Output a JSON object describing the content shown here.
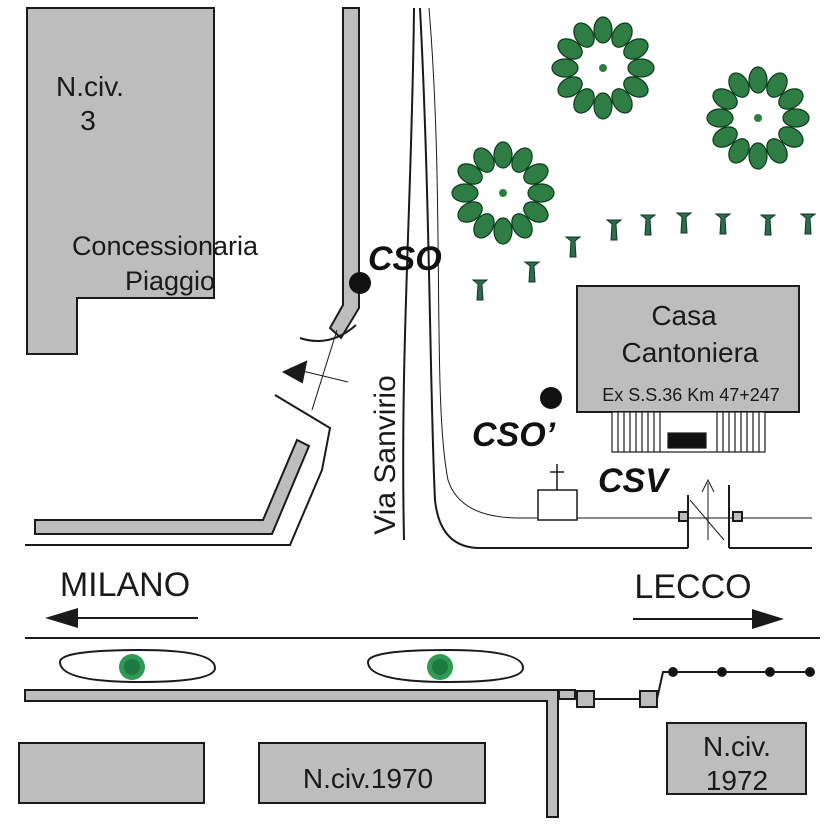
{
  "buildings": {
    "piaggio": {
      "civic_line1": "N.civ.",
      "civic_line2": "3",
      "name_line1": "Concessionaria",
      "name_line2": "Piaggio"
    },
    "casa_cantoniera": {
      "line1": "Casa",
      "line2": "Cantoniera",
      "address": "Ex S.S.36 Km 47+247"
    },
    "civ_1970": {
      "label": "N.civ.1970"
    },
    "civ_1972": {
      "line1": "N.civ.",
      "line2": "1972"
    }
  },
  "street": {
    "name": "Via Sanvirio"
  },
  "points": {
    "cso": "CSO",
    "cso_prime": "CSO’",
    "csv": "CSV"
  },
  "directions": {
    "left": "MILANO",
    "right": "LECCO"
  },
  "colors": {
    "building_fill": "#bdbdbd",
    "tree_green": "#2e7d45",
    "line": "#1a1a1a",
    "wall_fill": "#bdbdbd"
  }
}
